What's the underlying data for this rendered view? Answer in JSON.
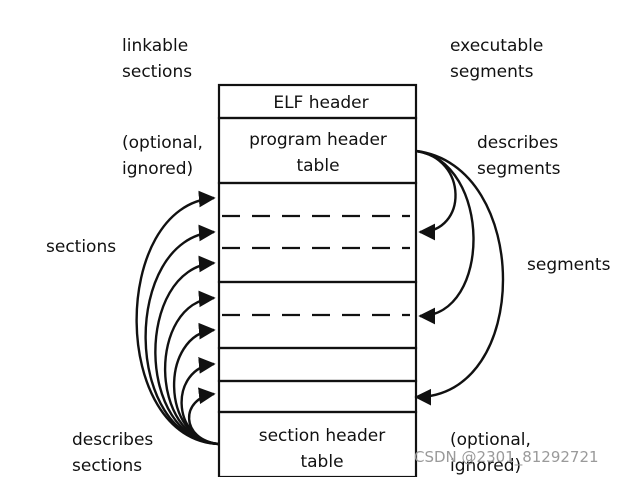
{
  "corner_labels": {
    "linkable_sections": [
      "linkable",
      "sections"
    ],
    "executable_segments": [
      "executable",
      "segments"
    ],
    "optional_ignored_left": [
      "(optional,",
      "ignored)"
    ],
    "optional_ignored_right": [
      "(optional,",
      "ignored)"
    ]
  },
  "blocks": {
    "elf_header": [
      "ELF header"
    ],
    "program_header_table": [
      "program header",
      "table"
    ],
    "section_header_table": [
      "section header",
      "table"
    ]
  },
  "side_labels": {
    "sections": "sections",
    "describes_sections": [
      "describes",
      "sections"
    ],
    "describes_segments": [
      "describes",
      "segments"
    ],
    "segments": "segments"
  },
  "watermark": "CSDN @2301_81292721",
  "colors": {
    "ink": "#111111",
    "watermark": "#9a9a9a",
    "background": "#ffffff"
  }
}
